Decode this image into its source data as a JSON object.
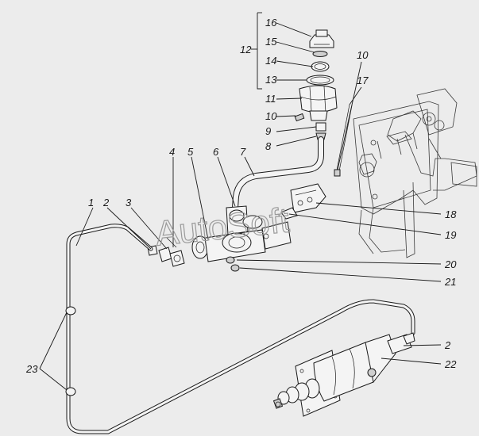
{
  "watermark": "AutoSoft",
  "callouts": [
    {
      "id": "c16",
      "text": "16"
    },
    {
      "id": "c15",
      "text": "15"
    },
    {
      "id": "c14",
      "text": "14"
    },
    {
      "id": "c13",
      "text": "13"
    },
    {
      "id": "c12",
      "text": "12"
    },
    {
      "id": "c11",
      "text": "11"
    },
    {
      "id": "c10a",
      "text": "10"
    },
    {
      "id": "c9",
      "text": "9"
    },
    {
      "id": "c8",
      "text": "8"
    },
    {
      "id": "c10b",
      "text": "10"
    },
    {
      "id": "c17",
      "text": "17"
    },
    {
      "id": "c7",
      "text": "7"
    },
    {
      "id": "c6",
      "text": "6"
    },
    {
      "id": "c5",
      "text": "5"
    },
    {
      "id": "c4",
      "text": "4"
    },
    {
      "id": "c3",
      "text": "3"
    },
    {
      "id": "c2a",
      "text": "2"
    },
    {
      "id": "c1",
      "text": "1"
    },
    {
      "id": "c18",
      "text": "18"
    },
    {
      "id": "c19",
      "text": "19"
    },
    {
      "id": "c20",
      "text": "20"
    },
    {
      "id": "c21",
      "text": "21"
    },
    {
      "id": "c2b",
      "text": "2"
    },
    {
      "id": "c22",
      "text": "22"
    },
    {
      "id": "c23",
      "text": "23"
    }
  ]
}
